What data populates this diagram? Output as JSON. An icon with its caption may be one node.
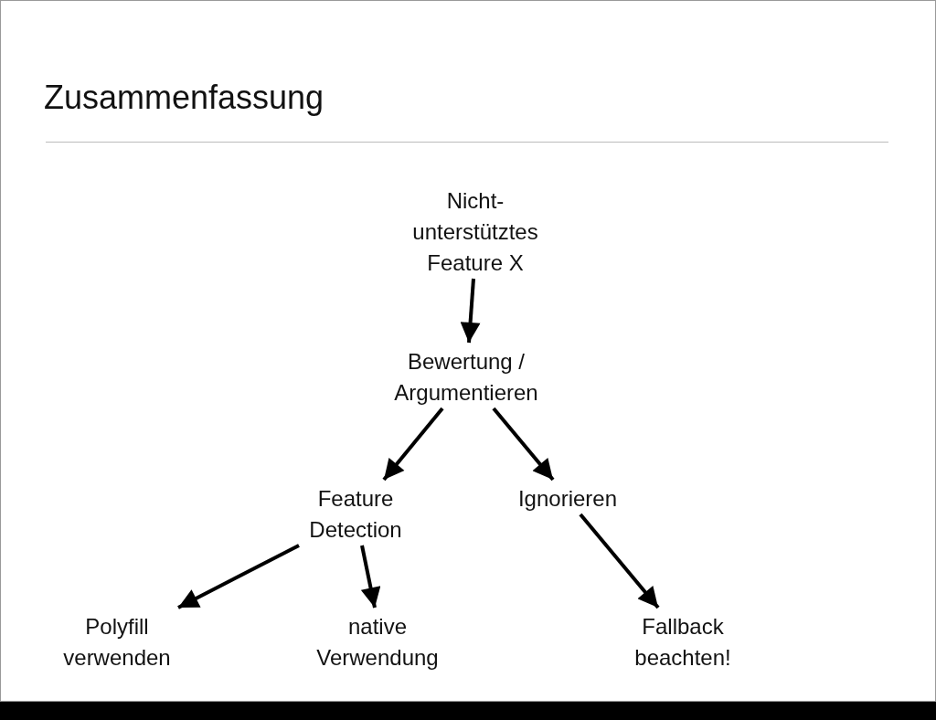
{
  "diagram": {
    "title": "Zusammenfassung",
    "nodes": [
      {
        "text": [
          "Nicht- unterstütztes Feature X"
        ]
      },
      {
        "text": [
          "Bewertung / Argumentieren"
        ]
      },
      {
        "text": [
          "Feature Detection"
        ]
      },
      {
        "text": [
          "Ignorieren"
        ]
      },
      {
        "text": [
          "Polyfill verwenden"
        ]
      },
      {
        "text": [
          "native Verwendung"
        ]
      },
      {
        "text": [
          "Fallback beachten!"
        ]
      }
    ],
    "edges": [
      {
        "from": 0,
        "to": 1,
        "arrow": "to"
      },
      {
        "from": 1,
        "to": 2,
        "arrow": "to"
      },
      {
        "from": 1,
        "to": 3,
        "arrow": "to"
      },
      {
        "from": 2,
        "to": 4,
        "arrow": "to"
      },
      {
        "from": 2,
        "to": 5,
        "arrow": "to"
      },
      {
        "from": 3,
        "to": 6,
        "arrow": "to"
      }
    ]
  }
}
